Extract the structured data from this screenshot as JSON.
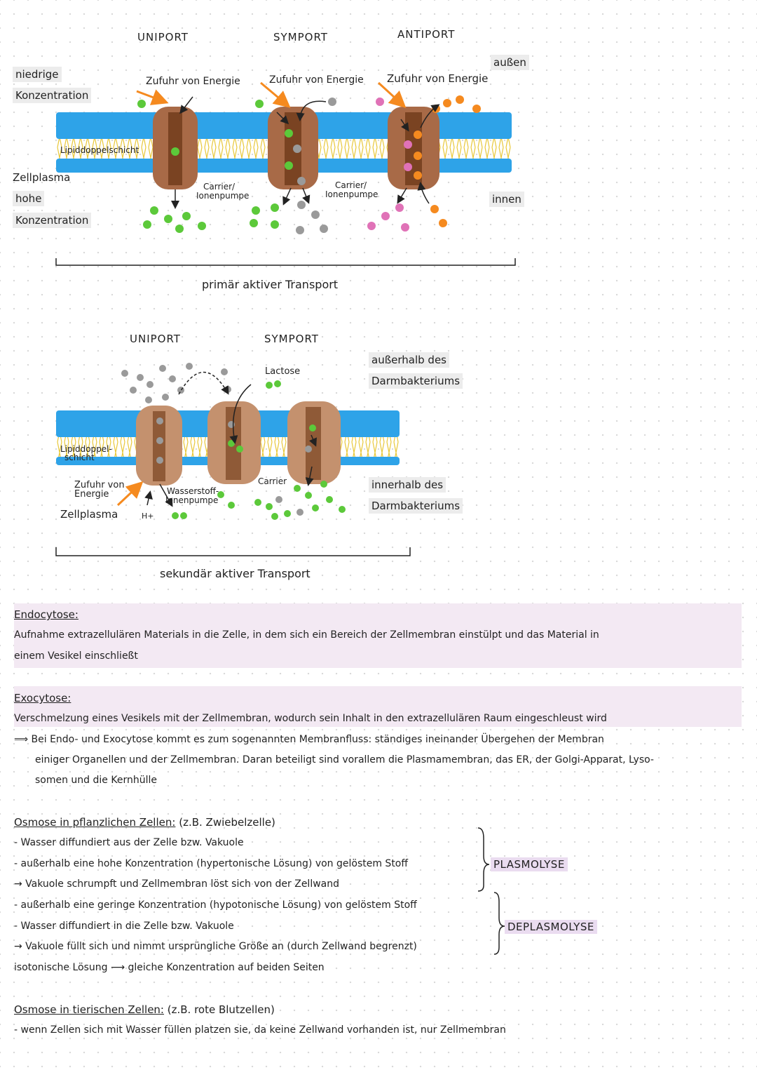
{
  "primary": {
    "uniport": "UNIPORT",
    "symport": "SYMPORT",
    "antiport": "ANTIPORT",
    "aussen": "außen",
    "innen": "innen",
    "niedrige": "niedrige",
    "konzentration_top": "Konzentration",
    "energie1": "Zufuhr von Energie",
    "energie2": "Zufuhr von Energie",
    "energie3": "Zufuhr von Energie",
    "lipid": "Lipiddoppelschicht",
    "zellplasma": "Zellplasma",
    "hohe": "hohe",
    "konzentration_bottom": "Konzentration",
    "carrier1a": "Carrier/",
    "carrier1b": "Ionenpumpe",
    "carrier2a": "Carrier/",
    "carrier2b": "Ionenpumpe",
    "caption": "primär aktiver Transport"
  },
  "secondary": {
    "uniport": "UNIPORT",
    "symport": "SYMPORT",
    "lactose": "Lactose",
    "ausserhalb1": "außerhalb des",
    "ausserhalb2": "Darmbakteriums",
    "innerhalb1": "innerhalb des",
    "innerhalb2": "Darmbakteriums",
    "lipid1": "Lipiddoppel-",
    "lipid2": "schicht",
    "energie1": "Zufuhr von",
    "energie2": "Energie",
    "zellplasma": "Zellplasma",
    "hplus": "H+",
    "wasser1": "Wasserstoff-",
    "wasser2": "Ionenpumpe",
    "carrier": "Carrier",
    "caption": "sekundär aktiver Transport"
  },
  "endocytose": {
    "title": "Endocytose:",
    "line1": "Aufnahme extrazellulären Materials in die Zelle, in dem sich ein Bereich der Zellmembran einstülpt und das Material in",
    "line2": "einem Vesikel einschließt"
  },
  "exocytose": {
    "title": "Exocytose:",
    "line1": "Verschmelzung eines Vesikels mit der Zellmembran, wodurch sein Inhalt in den extrazellulären Raum eingeschleust wird",
    "line2": "⟹ Bei Endo- und Exocytose kommt es zum sogenannten Membranfluss: ständiges ineinander Übergehen der Membran",
    "line3": "einiger Organellen und der Zellmembran. Daran beteiligt sind vorallem die Plasmamembran, das ER, der Golgi-Apparat, Lyso-",
    "line4": "somen und die Kernhülle"
  },
  "osmose_pflanze": {
    "title": "Osmose in pflanzlichen Zellen:",
    "title_suffix": "(z.B. Zwiebelzelle)",
    "l1": "- Wasser diffundiert aus der Zelle bzw. Vakuole",
    "l2": "- außerhalb eine hohe Konzentration (hypertonische Lösung) von gelöstem Stoff",
    "l3": "→ Vakuole schrumpft und Zellmembran löst sich von der Zellwand",
    "l4": "- außerhalb eine geringe Konzentration (hypotonische Lösung) von gelöstem Stoff",
    "l5": "- Wasser diffundiert in die Zelle bzw. Vakuole",
    "l6": "→ Vakuole füllt sich und nimmt ursprüngliche Größe an (durch Zellwand begrenzt)",
    "l7": "isotonische Lösung ⟶ gleiche Konzentration auf beiden Seiten",
    "plasmolyse": "PLASMOLYSE",
    "deplasmolyse": "DEPLASMOLYSE"
  },
  "osmose_tier": {
    "title": "Osmose in tierischen Zellen:",
    "title_suffix": "(z.B. rote Blutzellen)",
    "l1": "- wenn Zellen sich mit Wasser füllen platzen sie, da keine Zellwand vorhanden ist, nur Zellmembran"
  },
  "colors": {
    "membrane": "#2ea3e8",
    "protein": "#a0522d",
    "green": "#5cc93a",
    "grey": "#9a9a9a",
    "orange": "#f58a1f",
    "pink": "#e072b7",
    "highlight": "#f3e9f3"
  }
}
